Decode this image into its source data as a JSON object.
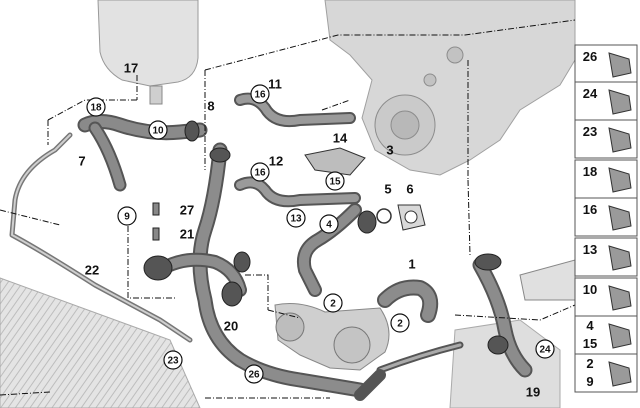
{
  "callouts": [
    {
      "id": "c17",
      "text": "17",
      "circled": false
    },
    {
      "id": "c18",
      "text": "18",
      "circled": true
    },
    {
      "id": "c10",
      "text": "10",
      "circled": true
    },
    {
      "id": "c8",
      "text": "8",
      "circled": false
    },
    {
      "id": "c7",
      "text": "7",
      "circled": false
    },
    {
      "id": "c9",
      "text": "9",
      "circled": true
    },
    {
      "id": "c11",
      "text": "11",
      "circled": false
    },
    {
      "id": "c16a",
      "text": "16",
      "circled": true
    },
    {
      "id": "c14",
      "text": "14",
      "circled": false
    },
    {
      "id": "c15",
      "text": "15",
      "circled": true
    },
    {
      "id": "c3",
      "text": "3",
      "circled": false
    },
    {
      "id": "c5",
      "text": "5",
      "circled": false
    },
    {
      "id": "c6",
      "text": "6",
      "circled": false
    },
    {
      "id": "c4",
      "text": "4",
      "circled": true
    },
    {
      "id": "c12",
      "text": "12",
      "circled": false
    },
    {
      "id": "c16b",
      "text": "16",
      "circled": true
    },
    {
      "id": "c13",
      "text": "13",
      "circled": true
    },
    {
      "id": "c27",
      "text": "27",
      "circled": false
    },
    {
      "id": "c21",
      "text": "21",
      "circled": false
    },
    {
      "id": "c22",
      "text": "22",
      "circled": false
    },
    {
      "id": "c20",
      "text": "20",
      "circled": false
    },
    {
      "id": "c1",
      "text": "1",
      "circled": false
    },
    {
      "id": "c2a",
      "text": "2",
      "circled": true
    },
    {
      "id": "c2b",
      "text": "2",
      "circled": true
    },
    {
      "id": "c23",
      "text": "23",
      "circled": true
    },
    {
      "id": "c26",
      "text": "26",
      "circled": true
    },
    {
      "id": "c24",
      "text": "24",
      "circled": true
    },
    {
      "id": "c19",
      "text": "19",
      "circled": false
    }
  ],
  "side_panel": [
    {
      "text": "26"
    },
    {
      "text": "24"
    },
    {
      "text": "23"
    },
    {
      "text": "18"
    },
    {
      "text": "16"
    },
    {
      "text": "13"
    },
    {
      "text": "10"
    },
    {
      "text": "4"
    },
    {
      "text": "15"
    },
    {
      "text": "2"
    },
    {
      "text": "9"
    }
  ],
  "colors": {
    "hose": "#6f6f6f",
    "hose_light": "#a9a9a9",
    "engine": "#d7d7d7",
    "outline": "#222222",
    "background": "#ffffff"
  }
}
